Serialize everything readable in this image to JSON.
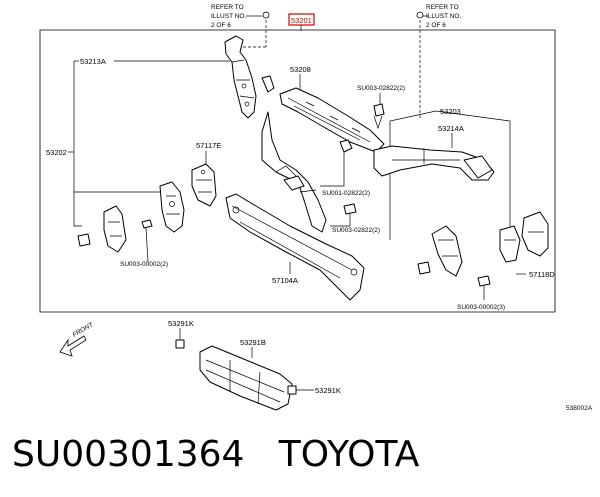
{
  "diagram": {
    "refer_notes": [
      {
        "lines": [
          "REFER TO",
          "ILLUST NO.",
          "2 OF 6"
        ]
      },
      {
        "lines": [
          "REFER TO",
          "ILLUST NO.",
          "2 OF 6"
        ]
      }
    ],
    "highlight_label": "53201",
    "labels": {
      "p53213A": "53213A",
      "p53202": "53202",
      "p57117E": "57117E",
      "p53208": "53208",
      "p53203": "53203",
      "p53214A": "53214A",
      "su_top": "SU003-02822(2)",
      "su_mid": "SU001-02822(2)",
      "su_mid2": "SU003-02822(2)",
      "su_left": "SU003-00002(2)",
      "p57104A": "57104A",
      "p57118D": "57118D",
      "su_right": "SU003-00002(3)",
      "p53291K_top": "53291K",
      "p53291B": "53291B",
      "p53291K_bottom": "53291K",
      "front": "FRONT",
      "ref_code": "538002A"
    }
  },
  "caption": {
    "part_number": "SU00301364",
    "brand": "TOYOTA"
  }
}
